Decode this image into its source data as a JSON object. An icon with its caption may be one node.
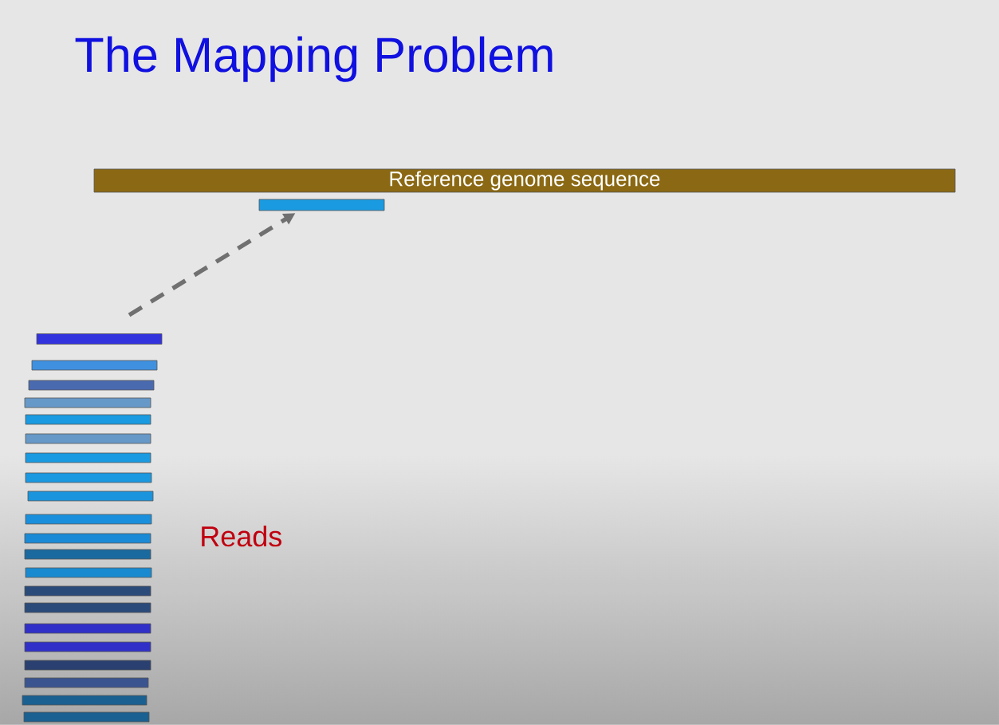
{
  "diagram": {
    "title": "The Mapping Problem",
    "nodes": [
      {
        "text": [
          "Reference genome sequence"
        ]
      },
      {
        "text": [],
        "shape": "bar"
      },
      {
        "text": [],
        "shape": "bar"
      },
      {
        "text": [],
        "shape": "bar"
      },
      {
        "text": [],
        "shape": "bar"
      },
      {
        "text": [],
        "shape": "bar"
      },
      {
        "text": [],
        "shape": "bar"
      },
      {
        "text": [],
        "shape": "bar"
      },
      {
        "text": [],
        "shape": "bar"
      },
      {
        "text": [],
        "shape": "bar"
      },
      {
        "text": [],
        "shape": "bar"
      },
      {
        "text": [],
        "shape": "bar"
      },
      {
        "text": [],
        "shape": "bar"
      },
      {
        "text": [],
        "shape": "bar"
      },
      {
        "text": [],
        "shape": "bar"
      },
      {
        "text": [],
        "shape": "bar"
      },
      {
        "text": [],
        "shape": "bar"
      },
      {
        "text": [],
        "shape": "bar"
      },
      {
        "text": [],
        "shape": "bar"
      },
      {
        "text": [],
        "shape": "bar"
      },
      {
        "text": [],
        "shape": "bar"
      },
      {
        "text": [],
        "shape": "bar"
      },
      {
        "text": [],
        "shape": "bar"
      }
    ],
    "edges": [
      {
        "from": 2,
        "to": 1,
        "arrow": "to",
        "style": "dashed"
      }
    ],
    "labels": [
      "Reads"
    ]
  }
}
